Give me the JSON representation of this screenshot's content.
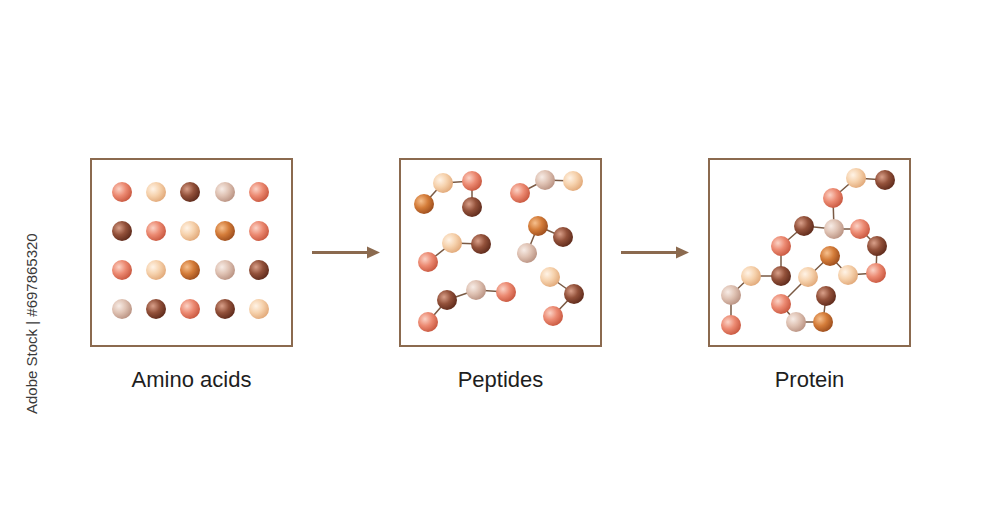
{
  "diagram": {
    "nodes": [
      {
        "text": [
          "Amino acids"
        ]
      },
      {
        "text": [
          "Peptides"
        ]
      },
      {
        "text": [
          "Protein"
        ]
      }
    ],
    "edges": [
      {
        "from": 0,
        "to": 1,
        "arrow": "to"
      },
      {
        "from": 1,
        "to": 2,
        "arrow": "to"
      }
    ],
    "labels": [
      "Adobe Stock | #697865320"
    ]
  }
}
